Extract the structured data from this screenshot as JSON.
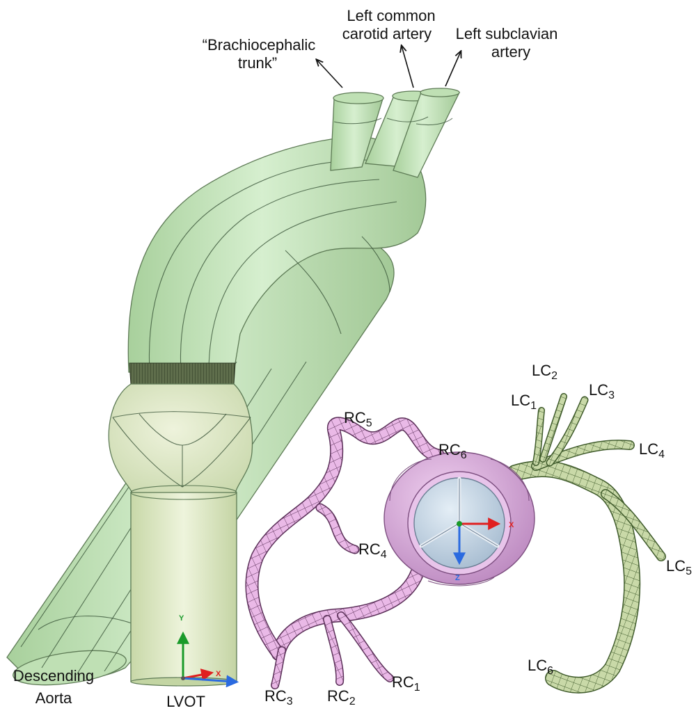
{
  "labels": {
    "brachiocephalic_1": "“Brachiocephalic",
    "brachiocephalic_2": "trunk”",
    "lcca_1": "Left common",
    "lcca_2": "carotid artery",
    "lsa_1": "Left subclavian",
    "lsa_2": "artery",
    "descending_1": "Descending",
    "descending_2": "Aorta",
    "lvot": "LVOT"
  },
  "right_coronary": [
    {
      "base": "RC",
      "sub": "1"
    },
    {
      "base": "RC",
      "sub": "2"
    },
    {
      "base": "RC",
      "sub": "3"
    },
    {
      "base": "RC",
      "sub": "4"
    },
    {
      "base": "RC",
      "sub": "5"
    },
    {
      "base": "RC",
      "sub": "6"
    }
  ],
  "left_coronary": [
    {
      "base": "LC",
      "sub": "1"
    },
    {
      "base": "LC",
      "sub": "2"
    },
    {
      "base": "LC",
      "sub": "3"
    },
    {
      "base": "LC",
      "sub": "4"
    },
    {
      "base": "LC",
      "sub": "5"
    },
    {
      "base": "LC",
      "sub": "6"
    }
  ],
  "axes_left": {
    "y": "Y",
    "x": "X"
  },
  "axes_valve": {
    "x": "X",
    "z": "Z"
  },
  "colors": {
    "aorta": "#cfe8c8",
    "aorta_dark": "#a9d0a0",
    "lvot": "#e2eccd",
    "root": "#dde8c6",
    "left_coronary": "#c9d9a8",
    "right_coronary": "#e9b8e6",
    "valve_housing": "#d9a9dc",
    "valve_leaflet": "#b9cde0",
    "axis_x": "#e02020",
    "axis_y": "#1a9a2a",
    "axis_z": "#2a6ae0"
  }
}
